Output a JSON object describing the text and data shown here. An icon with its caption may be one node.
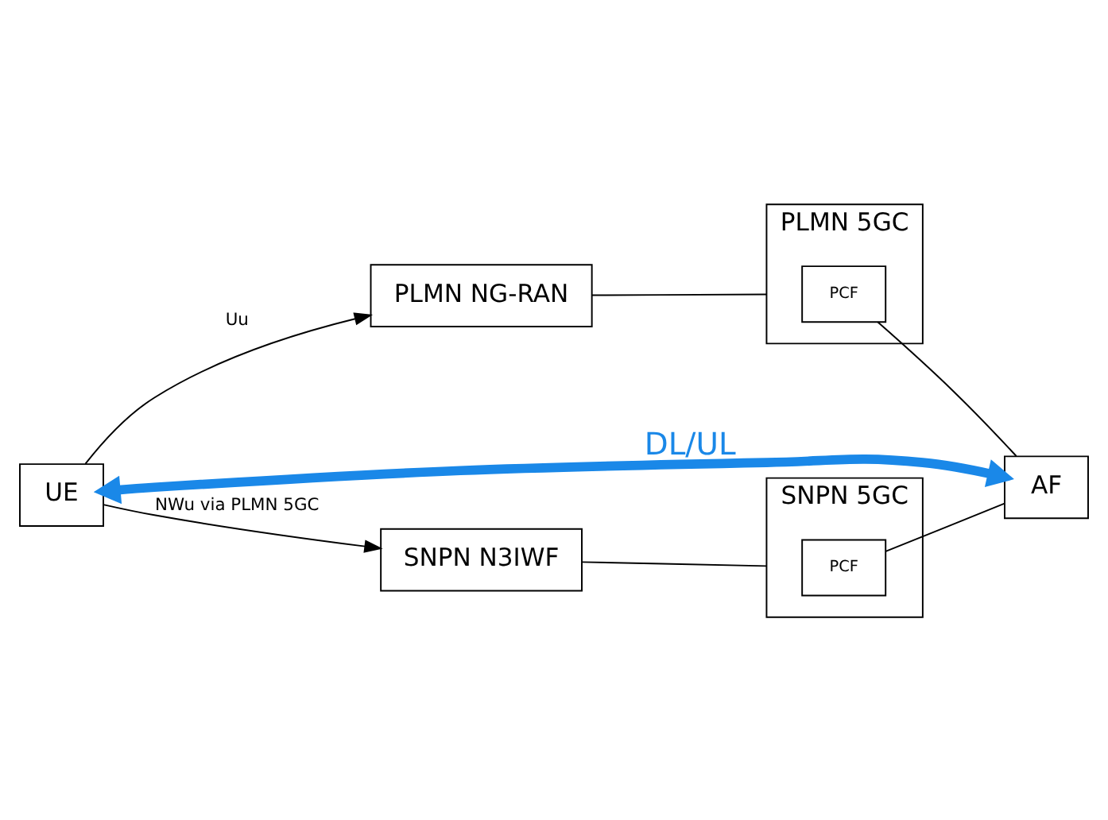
{
  "diagram": {
    "nodes": [
      {
        "text": [
          "UE"
        ]
      },
      {
        "text": [
          "PLMN NG-RAN"
        ]
      },
      {
        "text": [
          "PLMN 5GC"
        ]
      },
      {
        "text": [
          "PCF"
        ],
        "in": 2
      },
      {
        "text": [
          "AF"
        ]
      },
      {
        "text": [
          "SNPN N3IWF"
        ]
      },
      {
        "text": [
          "SNPN 5GC"
        ]
      },
      {
        "text": [
          "PCF"
        ],
        "in": 6
      }
    ],
    "edges": [
      {
        "from": 0,
        "to": 1,
        "arrow": "to",
        "label": "Uu"
      },
      {
        "from": 1,
        "to": 2,
        "arrow": "none"
      },
      {
        "from": 3,
        "to": 4,
        "arrow": "none"
      },
      {
        "from": 0,
        "to": 5,
        "arrow": "to",
        "label": "NWu via PLMN 5GC"
      },
      {
        "from": 5,
        "to": 6,
        "arrow": "none"
      },
      {
        "from": 7,
        "to": 4,
        "arrow": "none"
      },
      {
        "from": 0,
        "to": 4,
        "arrow": "both",
        "label": "DL/UL",
        "style": "thick",
        "color": "#1a88e8"
      }
    ]
  }
}
